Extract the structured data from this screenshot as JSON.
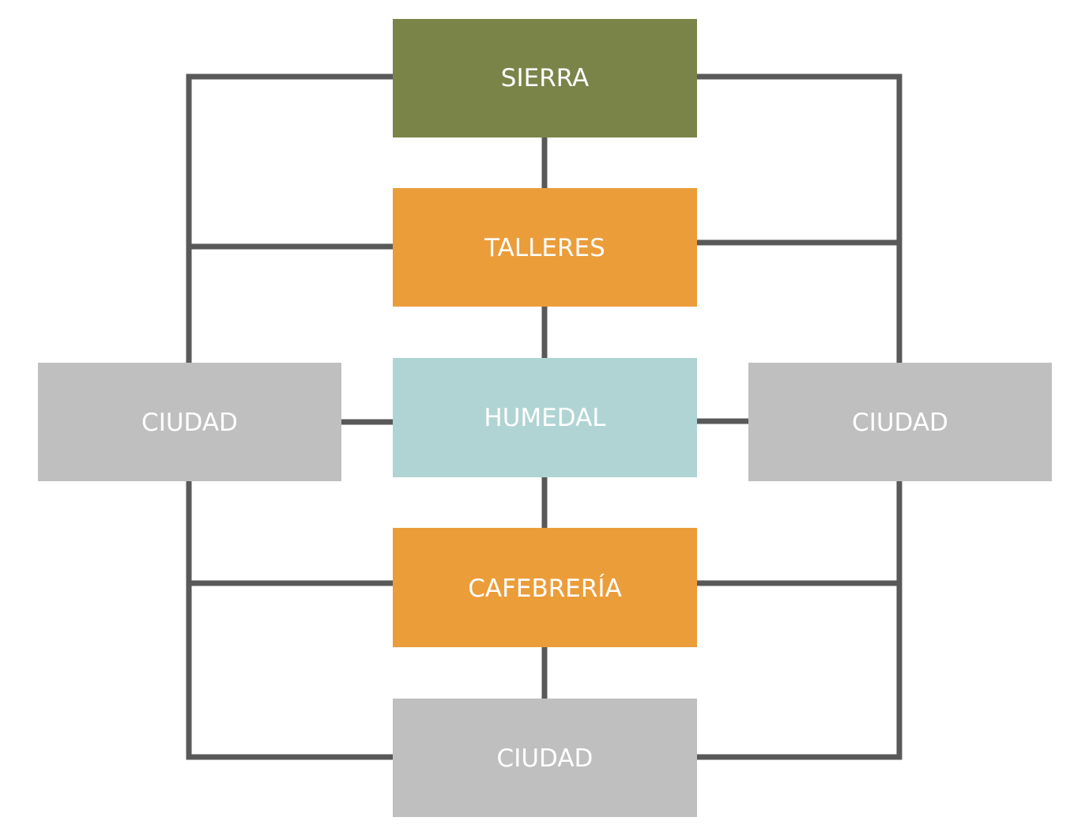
{
  "diagram": {
    "connector_color": "#595959",
    "nodes": {
      "sierra": {
        "label": "SIERRA",
        "color": "#7a8449"
      },
      "talleres": {
        "label": "TALLERES",
        "color": "#eb9d3a"
      },
      "humedal": {
        "label": "HUMEDAL",
        "color": "#b0d4d3"
      },
      "cafebreria": {
        "label": "CAFEBRERÍA",
        "color": "#eb9d3a"
      },
      "ciudad_left": {
        "label": "CIUDAD",
        "color": "#bfbfbf"
      },
      "ciudad_right": {
        "label": "CIUDAD",
        "color": "#bfbfbf"
      },
      "ciudad_bottom": {
        "label": "CIUDAD",
        "color": "#bfbfbf"
      }
    }
  }
}
